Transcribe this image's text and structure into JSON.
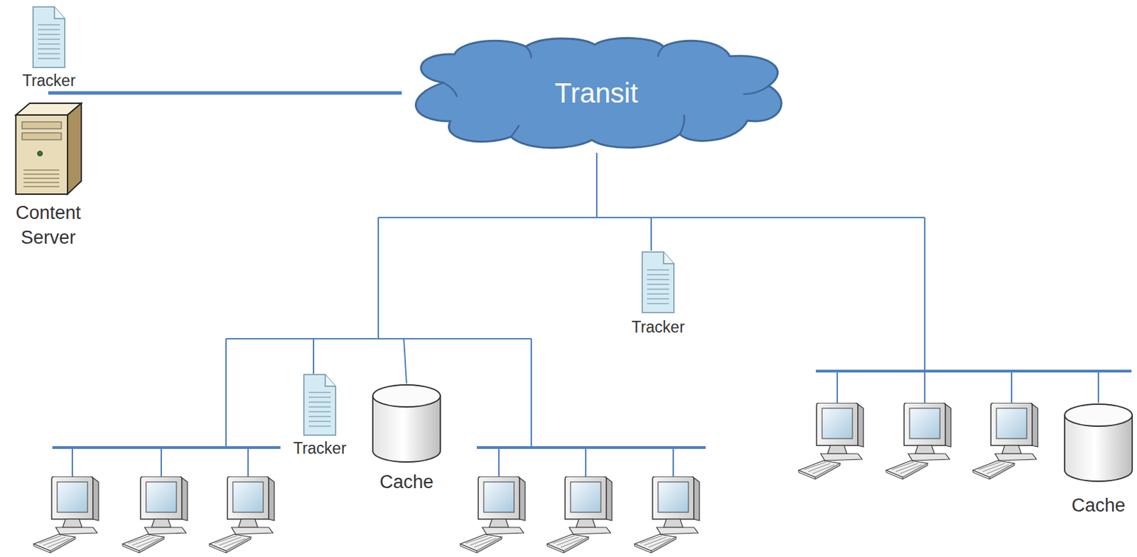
{
  "diagram": {
    "nodes": [
      {
        "text": [
          "Tracker"
        ]
      },
      {
        "text": [
          "Transit"
        ]
      },
      {
        "text": [
          "Content Server"
        ]
      },
      {
        "text": [
          "Tracker"
        ]
      },
      {
        "text": [
          "Tracker"
        ]
      },
      {
        "text": [
          "Cache"
        ]
      },
      {
        "text": [
          "Cache"
        ]
      }
    ],
    "edges": [
      {
        "from": 2,
        "to": 1,
        "arrow": "none"
      }
    ]
  }
}
